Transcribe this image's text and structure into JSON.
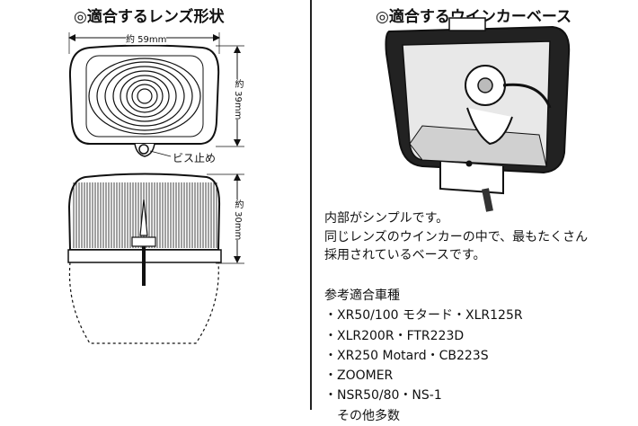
{
  "left": {
    "title": "◎適合するレンズ形状",
    "width_label": "約 59mm",
    "height_label": "約 39mm",
    "depth_label": "約 30mm",
    "screw_label": "ビス止め"
  },
  "right": {
    "title": "◎適合するウインカーベース",
    "description": [
      "内部がシンプルです。",
      "同じレンズのウインカーの中で、最もたくさん",
      "採用されているベースです。"
    ],
    "models_heading": "参考適合車種",
    "models": [
      "・XR50/100 モタード・XLR125R",
      "・XLR200R・FTR223D",
      "・XR250 Motard・CB223S",
      "・ZOOMER",
      "・NSR50/80・NS-1",
      "　その他多数"
    ]
  }
}
